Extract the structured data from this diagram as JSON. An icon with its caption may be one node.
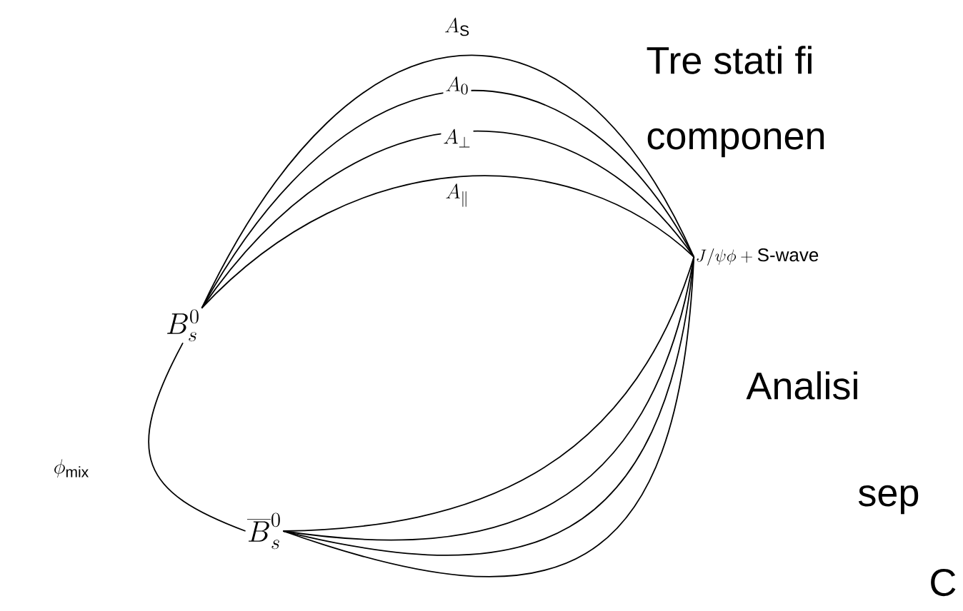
{
  "diagram": {
    "nodes": [
      {
        "text": [
          "B_s^0"
        ]
      },
      {
        "text": [
          "J/\\psi\\phi + \\mbox{S-wave}"
        ]
      },
      {
        "text": [
          "\\overline{B}_s^0"
        ]
      }
    ],
    "edges": [
      {
        "from": 0,
        "to": 1,
        "arrow": "none",
        "label": "A_\\mathrm{S}"
      },
      {
        "from": 0,
        "to": 1,
        "arrow": "none",
        "label": "A_0"
      },
      {
        "from": 0,
        "to": 1,
        "arrow": "none",
        "label": "A_\\perp"
      },
      {
        "from": 0,
        "to": 1,
        "arrow": "none",
        "label": "A_\\parallel"
      },
      {
        "from": 0,
        "to": 2,
        "arrow": "none",
        "label": "\\phi_\\mathrm{mix}"
      },
      {
        "from": 2,
        "to": 1,
        "arrow": "none"
      },
      {
        "from": 2,
        "to": 1,
        "arrow": "none"
      },
      {
        "from": 2,
        "to": 1,
        "arrow": "none"
      },
      {
        "from": 2,
        "to": 1,
        "arrow": "none"
      }
    ],
    "labels": [
      "Tre stati fi",
      "componen",
      "Analisi",
      "sep",
      "C"
    ]
  }
}
